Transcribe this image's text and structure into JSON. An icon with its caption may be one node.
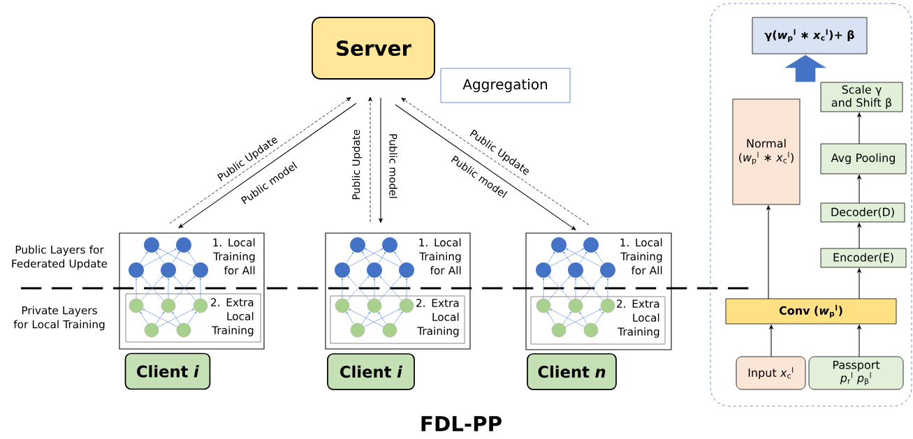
{
  "diagram": {
    "caption": "FDL-PP",
    "nodes": [
      {
        "text": [
          "Server"
        ]
      },
      {
        "text": [
          "Aggregation"
        ]
      },
      {
        "text": [
          "1. Local Training for All"
        ]
      },
      {
        "text": [
          "2. Extra Local Training"
        ],
        "in": 2
      },
      {
        "text": [
          "Client *i*"
        ]
      },
      {
        "text": [
          "1. Local Training for All"
        ]
      },
      {
        "text": [
          "2. Extra Local Training"
        ],
        "in": 5
      },
      {
        "text": [
          "Client *i*"
        ]
      },
      {
        "text": [
          "1. Local Training for All"
        ]
      },
      {
        "text": [
          "2. Extra Local Training"
        ],
        "in": 8
      },
      {
        "text": [
          "Client *n*"
        ]
      },
      {
        "text": [],
        "shape": "box"
      },
      {
        "text": [
          "γ(*w*$_{p}$$^{l}$ ∗ *x*$_{c}$$^{l}$)+ β"
        ],
        "in": 11
      },
      {
        "text": [
          "Normal",
          "(*w*$_{p}$$^{l}$ ∗ *x*$_{c}$$^{l}$)"
        ],
        "in": 11
      },
      {
        "text": [
          "Scale γ and Shift β"
        ],
        "in": 11
      },
      {
        "text": [
          "Avg Pooling"
        ],
        "in": 11
      },
      {
        "text": [
          "Decoder(D)"
        ],
        "in": 11
      },
      {
        "text": [
          "Encoder(E)"
        ],
        "in": 11
      },
      {
        "text": [
          "Conv (*w*$_{p}$$^{l}$)"
        ],
        "in": 11
      },
      {
        "text": [
          "Input *x*$_{c}$$^{l}$"
        ],
        "in": 11
      },
      {
        "text": [
          "Passport",
          "*p*$_{r}$$^{l}$ *p*$_{β}$$^{l}$"
        ],
        "in": 11
      }
    ],
    "edges": [
      {
        "from": 0,
        "to": 2,
        "arrow": "to",
        "label": "Public model"
      },
      {
        "from": 2,
        "to": 0,
        "arrow": "to",
        "label": "Public Update",
        "style": "dashed"
      },
      {
        "from": 0,
        "to": 5,
        "arrow": "to",
        "label": "Public model"
      },
      {
        "from": 5,
        "to": 0,
        "arrow": "to",
        "label": "Public Update",
        "style": "dashed"
      },
      {
        "from": 0,
        "to": 8,
        "arrow": "to",
        "label": "Public model"
      },
      {
        "from": 8,
        "to": 0,
        "arrow": "to",
        "label": "Public Update",
        "style": "dashed"
      },
      {
        "from": 19,
        "to": 18,
        "arrow": "to"
      },
      {
        "from": 20,
        "to": 18,
        "arrow": "to"
      },
      {
        "from": 18,
        "to": 13,
        "arrow": "to"
      },
      {
        "from": 18,
        "to": 17,
        "arrow": "to"
      },
      {
        "from": 17,
        "to": 16,
        "arrow": "to"
      },
      {
        "from": 16,
        "to": 15,
        "arrow": "to"
      },
      {
        "from": 15,
        "to": 14,
        "arrow": "to"
      },
      {
        "from": null,
        "to": 12,
        "arrow": "to",
        "style": "thick",
        "color": "#4472c4"
      }
    ],
    "labels": [
      "Public Layers for Federated Update",
      "Private Layers for Local Training"
    ]
  }
}
